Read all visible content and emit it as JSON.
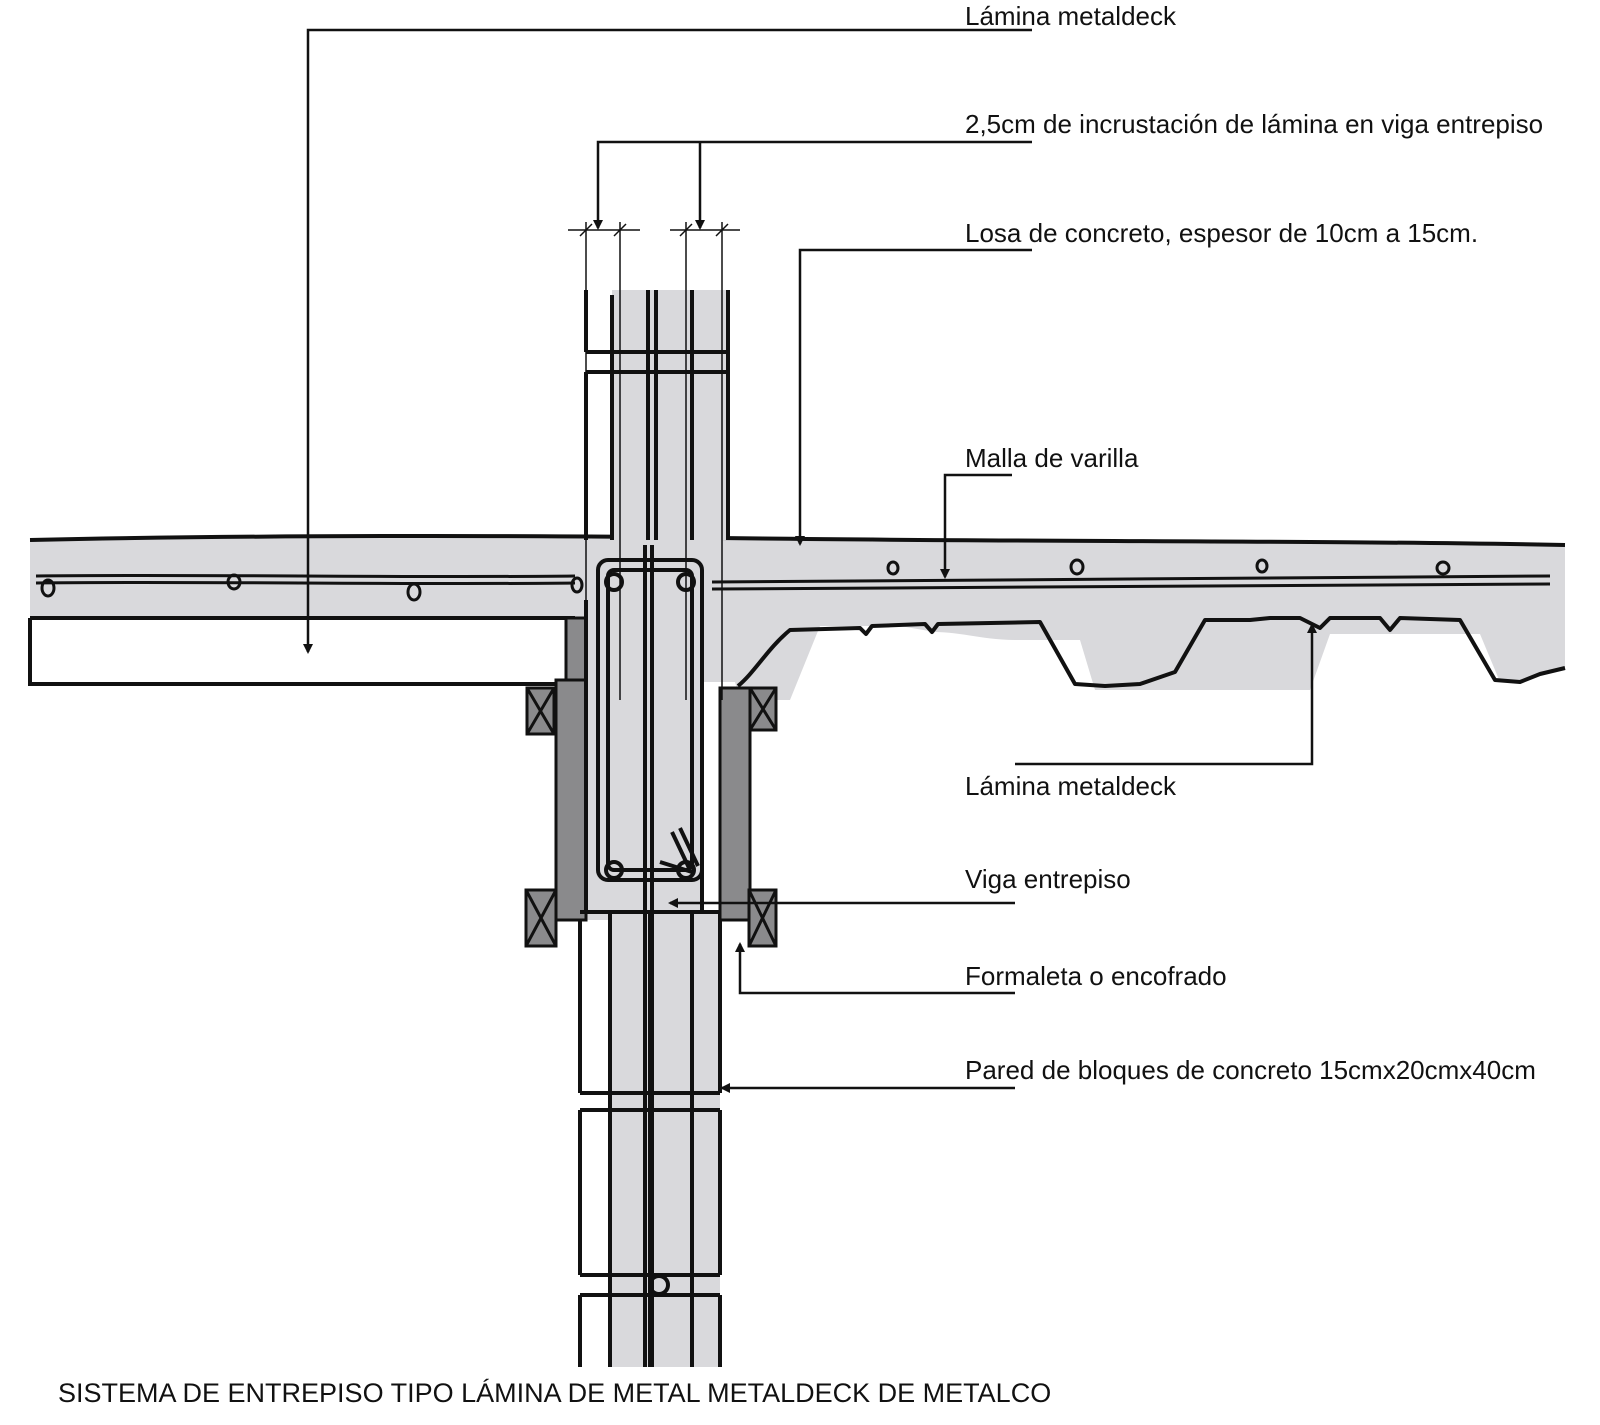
{
  "labels": {
    "lamina_top": "Lámina metaldeck",
    "incrustacion": "2,5cm de incrustación de lámina en viga entrepiso",
    "losa": "Losa de concreto, espesor de 10cm a 15cm.",
    "malla": "Malla de varilla",
    "lamina_bottom": "Lámina metaldeck",
    "viga": "Viga entrepiso",
    "formaleta": "Formaleta o encofrado",
    "pared": "Pared de bloques de concreto 15cmx20cmx40cm"
  },
  "caption": "SISTEMA DE ENTREPISO TIPO LÁMINA DE METAL METALDECK DE METALCO",
  "colors": {
    "concrete": "#d9d9dc",
    "formwork": "#8a8a8c",
    "line": "#111111"
  }
}
